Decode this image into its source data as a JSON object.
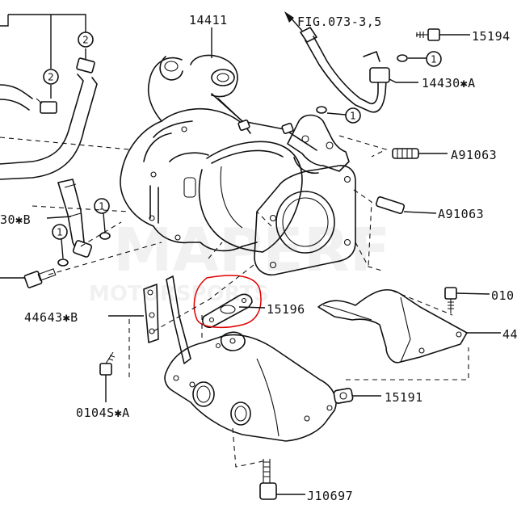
{
  "diagram": {
    "watermark": {
      "line1": "MAPERF",
      "line2": "MOTORSPORTS"
    },
    "labels": {
      "turbo": "14411",
      "fig_ref": "FIG.073-3,5",
      "bolt_top_right": "15194",
      "oil_pipe": "14430✱A",
      "stud_upper": "A91063",
      "stud_lower": "A91063",
      "inlet_pipe": "30✱B",
      "bracket": "44643✱B",
      "gasket": "15196",
      "bolt_right": "010",
      "heat_shield": "44",
      "flange_gasket": "15191",
      "bolt_left_lower": "0104S✱A",
      "stud_bottom": "J10697"
    },
    "callouts": {
      "two": "2",
      "one": "1"
    },
    "highlight_color": "#e00000"
  }
}
